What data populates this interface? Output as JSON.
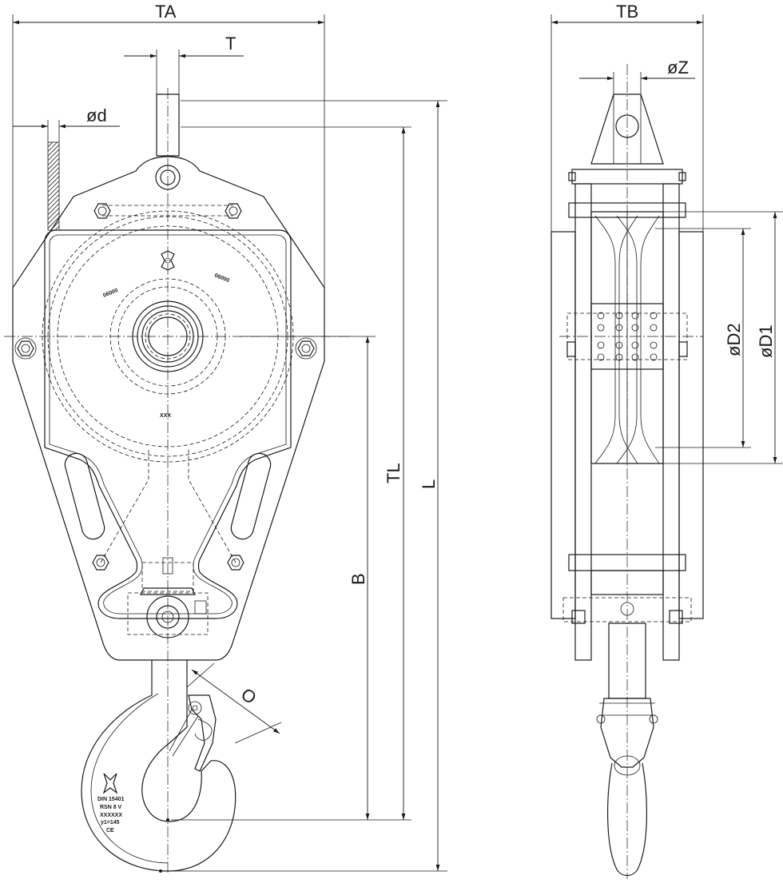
{
  "dimensions": {
    "TA": "TA",
    "TB": "TB",
    "T": "T",
    "d": "ød",
    "Z": "øZ",
    "D1": "øD1",
    "D2": "øD2",
    "TL": "TL",
    "L": "L",
    "B": "B",
    "O": "O"
  },
  "block_markings": {
    "left_plate": "06000",
    "right_plate": "06000",
    "center_plate": "XXX"
  },
  "hook_markings": {
    "line1": "DIN 15401",
    "line2": "RSN 8 V",
    "line3": "XXXXXX",
    "line4": "y1=145",
    "line5": "CE"
  }
}
